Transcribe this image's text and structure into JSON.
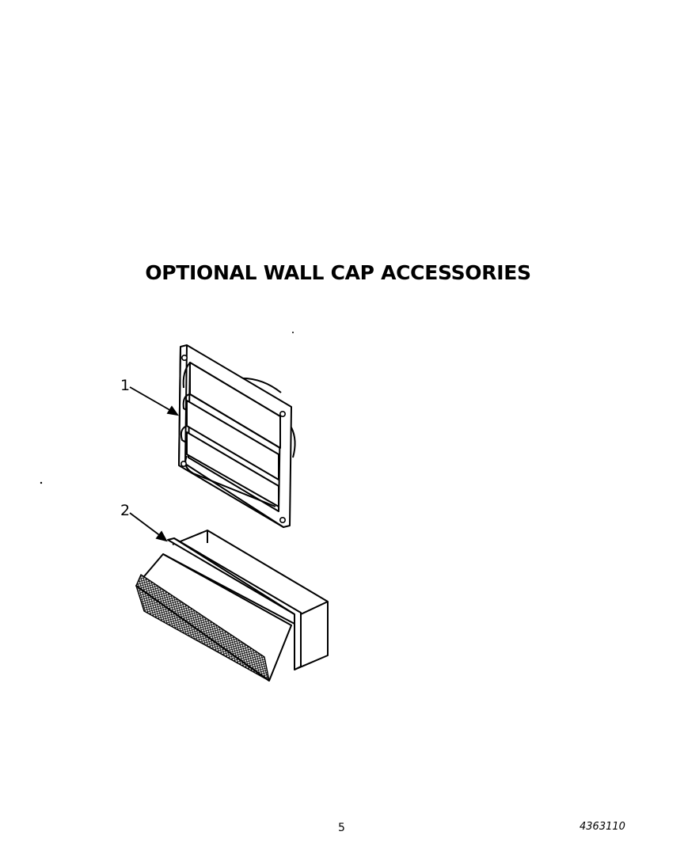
{
  "title": "OPTIONAL WALL CAP ACCESSORIES",
  "callouts": [
    {
      "label": "1",
      "part": "louvered-wall-cap"
    },
    {
      "label": "2",
      "part": "hooded-wall-cap"
    }
  ],
  "footer": {
    "page_number": "5",
    "part_number": "4363110"
  },
  "colors": {
    "line": "#000000",
    "background": "#ffffff"
  }
}
